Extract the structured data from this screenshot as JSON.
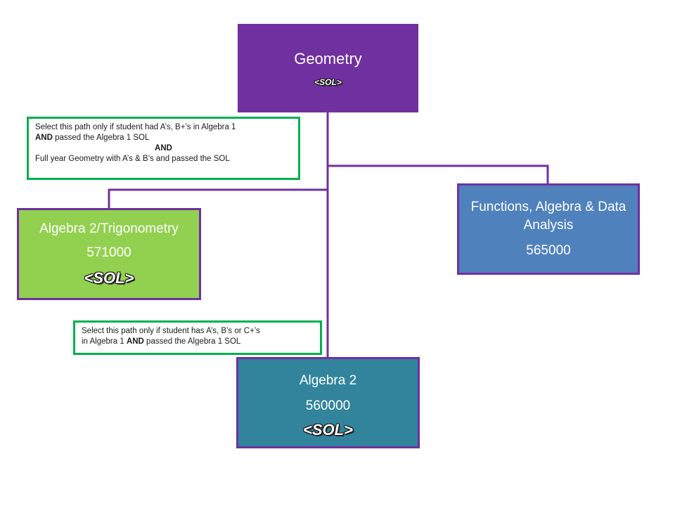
{
  "nodes": {
    "geometry": {
      "title": "Geometry",
      "sol": "<SOL>"
    },
    "alg2trig": {
      "title": "Algebra 2/Trigonometry",
      "code": "571000",
      "sol": "<SOL>"
    },
    "fada": {
      "title_line1": "Functions, Algebra & Data",
      "title_line2": "Analysis",
      "code": "565000"
    },
    "alg2": {
      "title": "Algebra 2",
      "code": "560000",
      "sol": "<SOL>"
    }
  },
  "notes": {
    "note1": {
      "line1": "Select this path only if student had A’s, B+’s in Algebra 1",
      "line2_bold": "AND",
      "line2_rest": " passed the Algebra 1 SOL",
      "line3": "AND",
      "line4": "Full year Geometry with A’s & B’s and passed the SOL"
    },
    "note2": {
      "line1": "Select this path only if student has A’s, B’s or C+’s",
      "line2_start": "in Algebra 1 ",
      "line2_bold": "AND",
      "line2_rest": " passed the Algebra 1 SOL"
    }
  },
  "colors": {
    "geometry_fill": "#7030a0",
    "alg2trig_fill": "#92d050",
    "fada_fill": "#4f81bd",
    "alg2_fill": "#31849b",
    "connector": "#7030a0",
    "note_border": "#00b050"
  }
}
